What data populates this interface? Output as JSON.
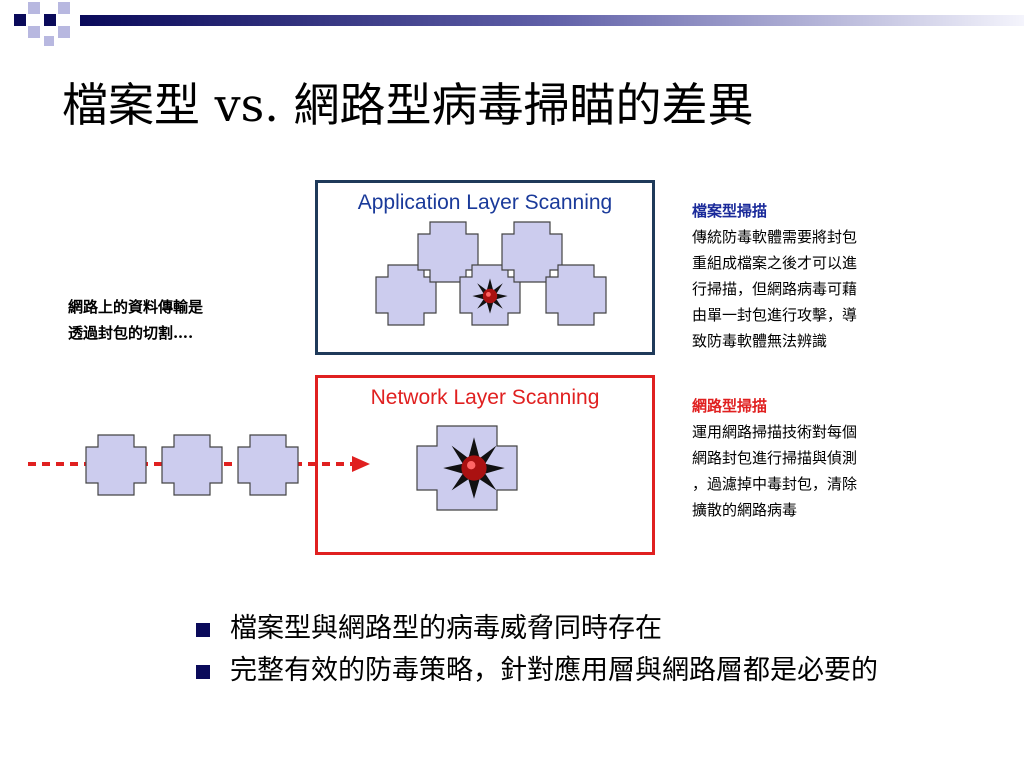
{
  "slide": {
    "title": "檔案型 vs. 網路型病毒掃瞄的差異"
  },
  "left_note": {
    "line1": "網路上的資料傳輸是",
    "line2": "透過封包的切割….",
    "color": "#000000"
  },
  "application_box": {
    "label": "Application Layer Scanning",
    "border_color": "#1f3a5a",
    "label_color": "#1a3a9a"
  },
  "network_box": {
    "label": "Network Layer Scanning",
    "border_color": "#e02020",
    "label_color": "#e02020"
  },
  "file_scan_text": {
    "heading": "檔案型掃描",
    "heading_color": "#1a2a9a",
    "lines": [
      "傳統防毒軟體需要將封包",
      "重組成檔案之後才可以進",
      "行掃描，但網路病毒可藉",
      "由單一封包進行攻擊，導",
      "致防毒軟體無法辨識"
    ]
  },
  "network_scan_text": {
    "heading": "網路型掃描",
    "heading_color": "#e02020",
    "lines": [
      "運用網路掃描技術對每個",
      "網路封包進行掃描與偵測",
      "，過濾掉中毒封包，清除",
      "擴散的網路病毒"
    ]
  },
  "bullets": [
    "檔案型與網路型的病毒威脅同時存在",
    "完整有效的防毒策略，針對應用層與網路層都是必要的"
  ],
  "colors": {
    "packet_fill": "#ccccee",
    "packet_stroke": "#444444",
    "arrow": "#e02020",
    "virus": "#aa1111"
  }
}
